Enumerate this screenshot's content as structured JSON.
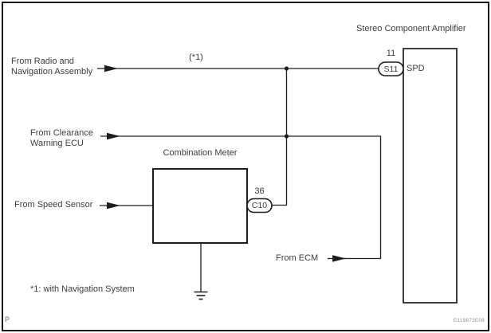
{
  "diagram": {
    "title": "Stereo Component Amplifier",
    "sources": {
      "radio_line1": "From Radio and",
      "radio_line2": "Navigation Assembly",
      "clearance_line1": "From Clearance",
      "clearance_line2": "Warning ECU",
      "speed": "From Speed Sensor",
      "ecm": "From ECM"
    },
    "combination_meter": {
      "label": "Combination Meter"
    },
    "connectors": {
      "s11": {
        "pin": "11",
        "code": "S11",
        "signal": "SPD"
      },
      "c10": {
        "pin": "36",
        "code": "C10"
      }
    },
    "wire_note": "(*1)",
    "footnote": "*1: with Navigation System",
    "page_marker": "P",
    "figure_code": "E119873E08",
    "colors": {
      "line": "#1d1d1b",
      "text": "#3c3c3e",
      "muted": "#8f8f8f"
    }
  }
}
